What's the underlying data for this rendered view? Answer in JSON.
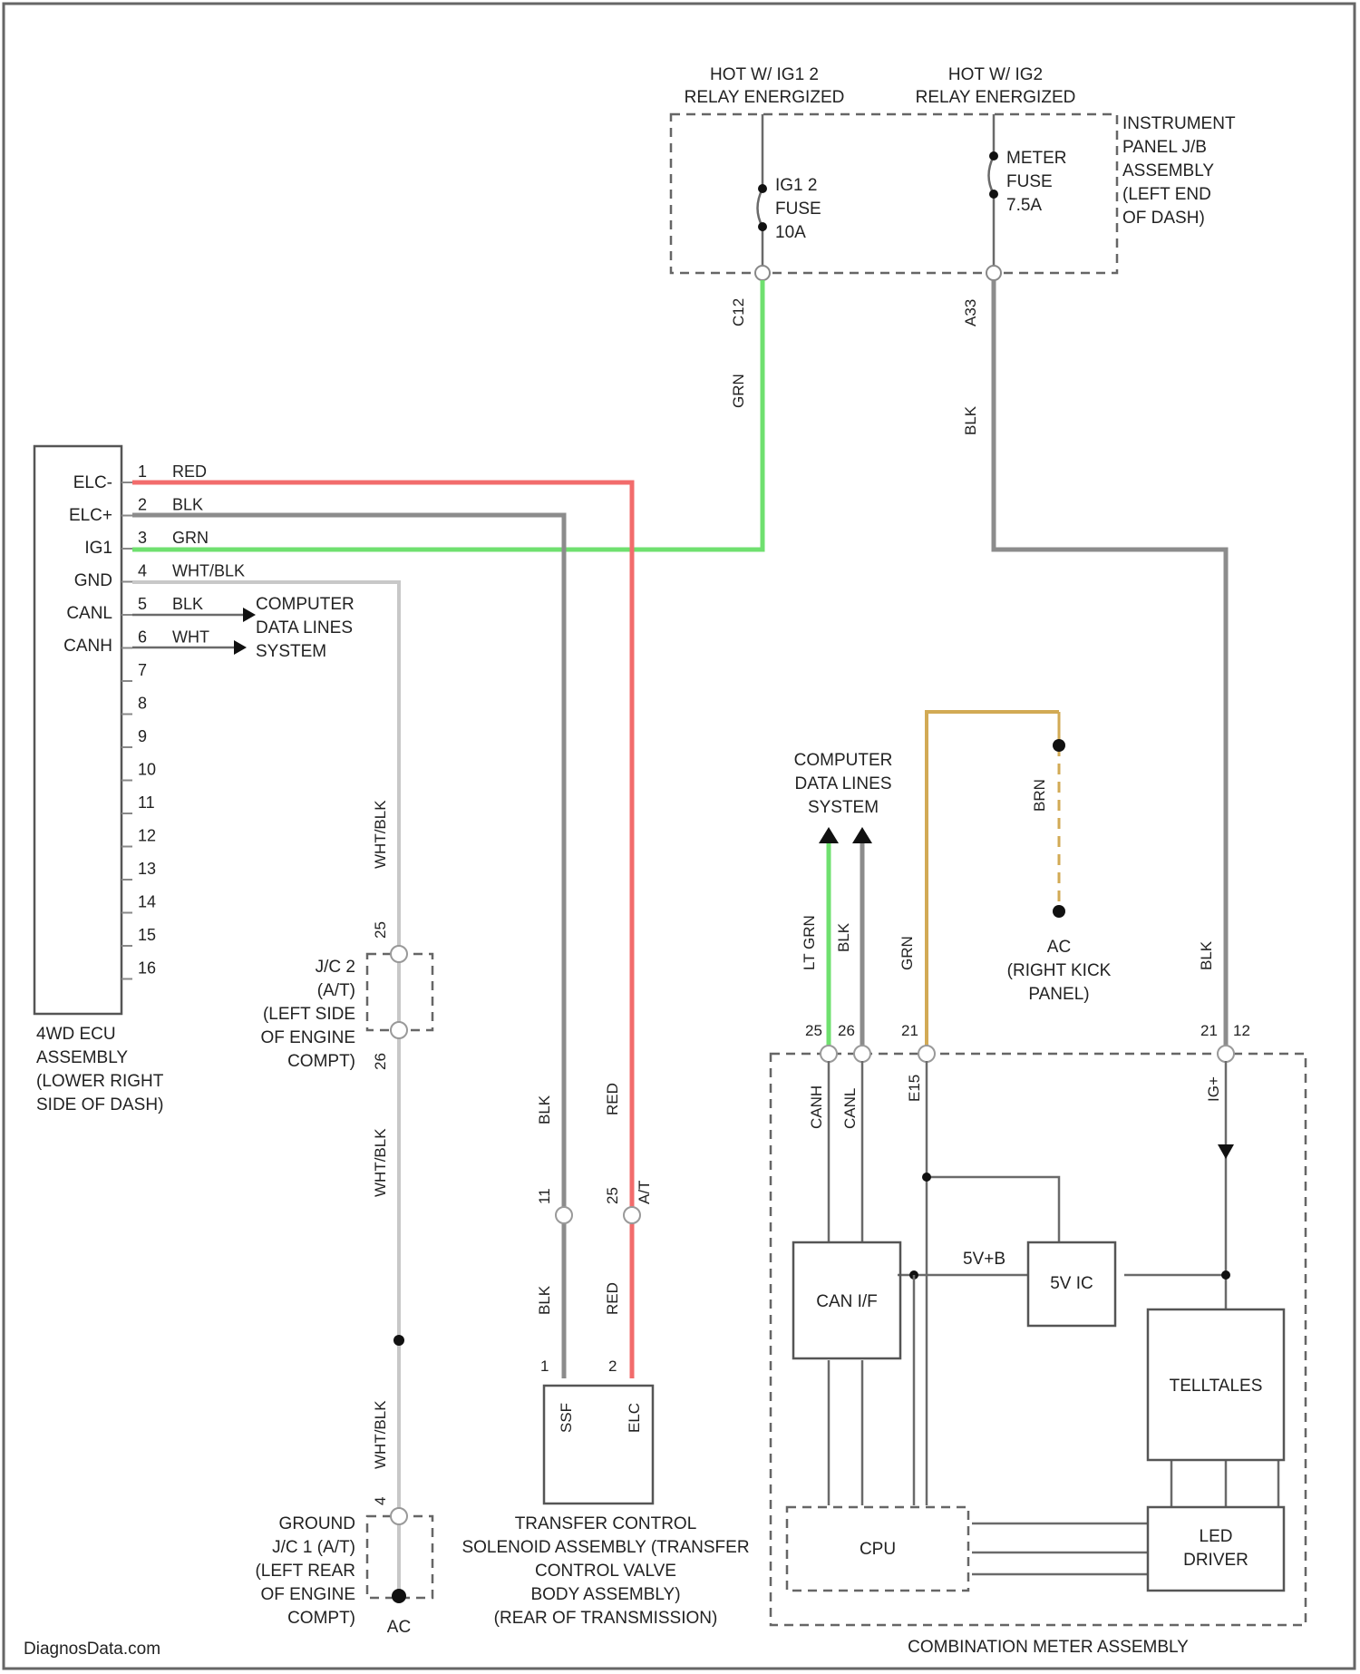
{
  "instrument_panel_jb": {
    "hot_ig1_2": [
      "HOT W/ IG1 2",
      "RELAY ENERGIZED"
    ],
    "hot_ig2": [
      "HOT W/ IG2",
      "RELAY ENERGIZED"
    ],
    "fuse_ig1_2": [
      "IG1 2",
      "FUSE",
      "10A"
    ],
    "fuse_meter": [
      "METER",
      "FUSE",
      "7.5A"
    ],
    "label": [
      "INSTRUMENT",
      "PANEL J/B",
      "ASSEMBLY",
      "(LEFT END",
      "OF DASH)"
    ],
    "pin_left": "C12",
    "pin_right": "A33"
  },
  "wire_labels": {
    "grn_vertical": "GRN",
    "blk_vertical": "BLK",
    "whtblk_upper": "WHT/BLK",
    "whtblk_mid": "WHT/BLK",
    "whtblk_lower": "WHT/BLK",
    "blk_lower": "BLK",
    "red_lower": "RED",
    "blk_solenoid": "BLK",
    "red_solenoid": "RED",
    "ltgrn_meter": "LT GRN",
    "blk_meter": "BLK",
    "grn_meter": "GRN",
    "brn_ground": "BRN",
    "blk_meter_right": "BLK",
    "5vs": "5V+B"
  },
  "ecu": {
    "pins": [
      "ELC-",
      "ELC+",
      "IG1",
      "GND",
      "CANL",
      "CANH"
    ],
    "label": [
      "4WD ECU",
      "ASSEMBLY",
      "(LOWER RIGHT",
      "SIDE OF DASH)"
    ],
    "wires": [
      {
        "num": "1",
        "color": "RED"
      },
      {
        "num": "2",
        "color": "BLK"
      },
      {
        "num": "3",
        "color": "GRN"
      },
      {
        "num": "4",
        "color": "WHT/BLK"
      },
      {
        "num": "5",
        "color": "BLK"
      },
      {
        "num": "6",
        "color": "WHT"
      },
      {
        "num": "7",
        "color": ""
      },
      {
        "num": "8",
        "color": ""
      },
      {
        "num": "9",
        "color": ""
      },
      {
        "num": "10",
        "color": ""
      },
      {
        "num": "11",
        "color": ""
      },
      {
        "num": "12",
        "color": ""
      },
      {
        "num": "13",
        "color": ""
      },
      {
        "num": "14",
        "color": ""
      },
      {
        "num": "15",
        "color": ""
      },
      {
        "num": "16",
        "color": ""
      }
    ]
  },
  "computer_data_lines_left": [
    "COMPUTER",
    "DATA LINES",
    "SYSTEM"
  ],
  "computer_data_lines_right": [
    "COMPUTER",
    "DATA LINES",
    "SYSTEM"
  ],
  "jc2": {
    "label": [
      "J/C 2",
      "(A/T)",
      "(LEFT SIDE",
      "OF ENGINE",
      "COMPT)"
    ],
    "pin_top": "25",
    "pin_bottom": "26"
  },
  "solenoid_connector": {
    "pin_a": "11",
    "pin_b": "25",
    "pin_c": "A/T"
  },
  "transfer_solenoid": {
    "pins": [
      "1",
      "2"
    ],
    "pin_names": [
      "SSF",
      "ELC"
    ],
    "label": [
      "TRANSFER CONTROL",
      "SOLENOID ASSEMBLY (TRANSFER",
      "CONTROL VALVE",
      "BODY ASSEMBLY)",
      "(REAR OF TRANSMISSION)"
    ]
  },
  "ground_jc1": {
    "label": [
      "GROUND",
      "J/C 1 (A/T)",
      "(LEFT REAR",
      "OF ENGINE",
      "COMPT)"
    ],
    "pin": "4",
    "ground": "AC"
  },
  "ground_ac": {
    "ground": "AC",
    "label": [
      "(RIGHT KICK",
      "PANEL)"
    ]
  },
  "meter": {
    "pins_top": [
      "25",
      "26",
      "21",
      "21",
      "12"
    ],
    "pin_names": [
      "CANH",
      "CANL",
      "E15",
      "IG+"
    ],
    "can_if": "CAN I/F",
    "five_v_ic": "5V IC",
    "cpu": "CPU",
    "telltales": "TELLTALES",
    "led_driver": [
      "LED",
      "DRIVER"
    ],
    "label": "COMBINATION METER ASSEMBLY"
  },
  "watermark": "DiagnosData.com"
}
